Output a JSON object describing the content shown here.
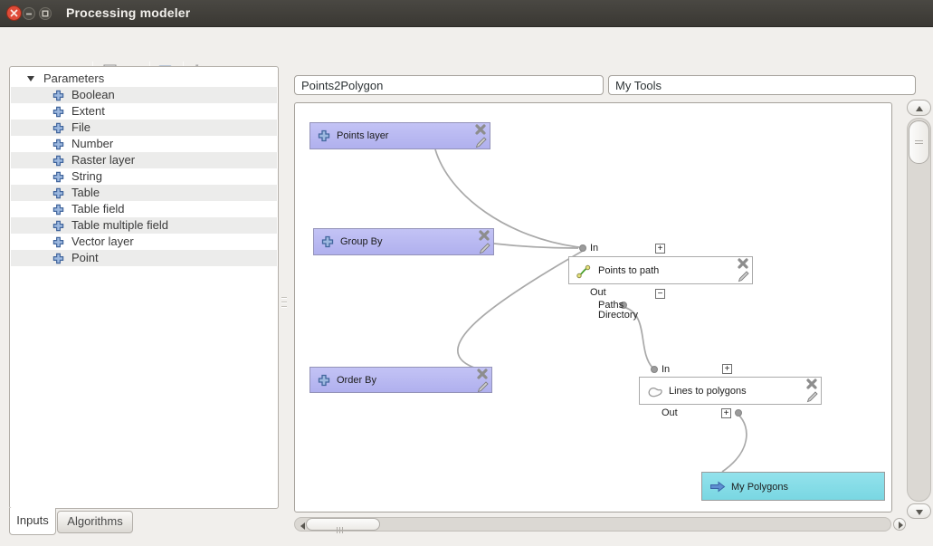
{
  "window": {
    "title": "Processing modeler"
  },
  "toolbar": {
    "buttons": [
      {
        "name": "open-model",
        "icon": "folder-open-icon"
      },
      {
        "name": "save-model",
        "icon": "save-icon"
      },
      {
        "name": "save-model-as",
        "icon": "save-as-icon"
      },
      {
        "name": "export-as-image",
        "icon": "export-image-icon"
      },
      {
        "name": "export-as-python",
        "icon": "export-python-icon"
      },
      {
        "name": "edit-model-help",
        "icon": "edit-help-icon"
      },
      {
        "name": "run-model",
        "icon": "gears-icon"
      }
    ]
  },
  "sidebar": {
    "tree": {
      "root": "Parameters",
      "items": [
        {
          "label": "Boolean"
        },
        {
          "label": "Extent"
        },
        {
          "label": "File"
        },
        {
          "label": "Number"
        },
        {
          "label": "Raster layer"
        },
        {
          "label": "String"
        },
        {
          "label": "Table"
        },
        {
          "label": "Table field"
        },
        {
          "label": "Table multiple field"
        },
        {
          "label": "Vector layer"
        },
        {
          "label": "Point"
        }
      ]
    },
    "tabs": [
      {
        "label": "Inputs",
        "active": true
      },
      {
        "label": "Algorithms",
        "active": false
      }
    ]
  },
  "header": {
    "model_name": "Points2Polygon",
    "model_group": "My Tools"
  },
  "canvas": {
    "inputs": {
      "points_layer": {
        "label": "Points layer"
      },
      "group_by": {
        "label": "Group By"
      },
      "order_by": {
        "label": "Order By"
      }
    },
    "algorithms": {
      "points_to_path": {
        "label": "Points to path",
        "in_label": "In",
        "out_label": "Out",
        "outputs": {
          "paths": "Paths",
          "directory": "Directory"
        }
      },
      "lines_to_polygons": {
        "label": "Lines to polygons",
        "in_label": "In",
        "out_label": "Out"
      }
    },
    "outputs": {
      "my_polygons": {
        "label": "My Polygons"
      }
    },
    "glyphs": {
      "expand": "+",
      "collapse": "−"
    }
  },
  "colors": {
    "input_node": "#b6b6f2",
    "output_node": "#7fdde7",
    "algorithm_node": "#ffffff",
    "connection": "#a9a9a9",
    "titlebar": "#3c3a35",
    "close_button": "#df4b38"
  }
}
